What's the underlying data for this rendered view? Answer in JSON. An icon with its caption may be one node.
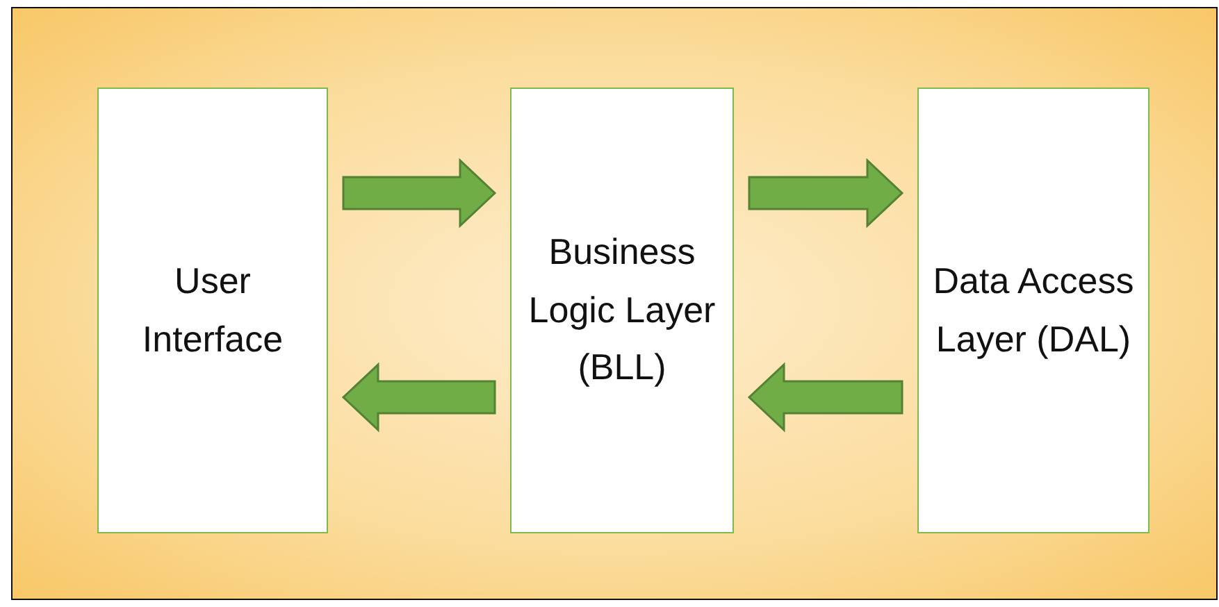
{
  "diagram": {
    "nodes": [
      {
        "text": [
          "User Interface"
        ]
      },
      {
        "text": [
          "Business Logic Layer (BLL)"
        ]
      },
      {
        "text": [
          "Data Access Layer (DAL)"
        ]
      }
    ],
    "edges": [
      {
        "from": 0,
        "to": 1,
        "arrow": "to"
      },
      {
        "from": 1,
        "to": 0,
        "arrow": "to"
      },
      {
        "from": 1,
        "to": 2,
        "arrow": "to"
      },
      {
        "from": 2,
        "to": 1,
        "arrow": "to"
      }
    ]
  }
}
